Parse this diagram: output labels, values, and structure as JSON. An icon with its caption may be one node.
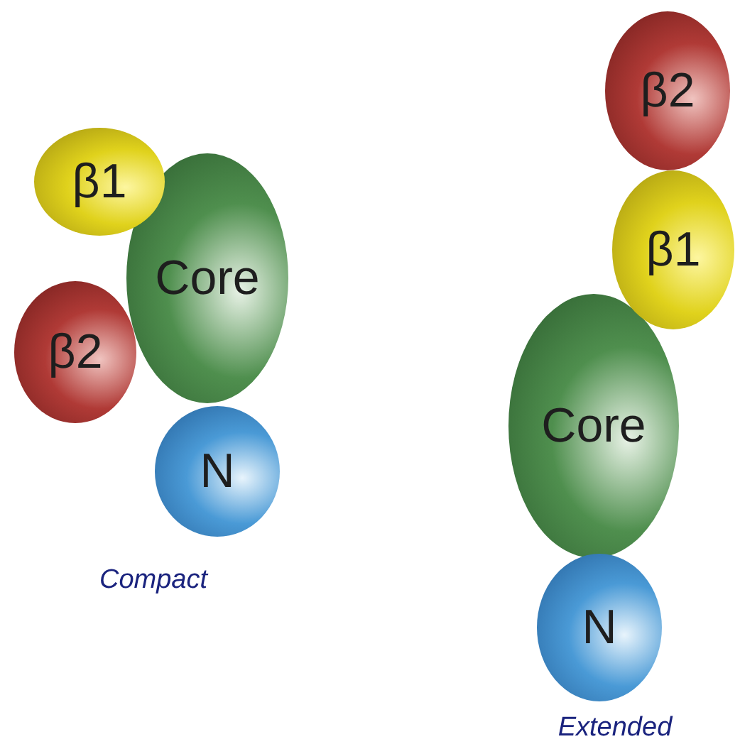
{
  "diagram": {
    "nodes": [
      {
        "text": [
          "β1"
        ]
      },
      {
        "text": [
          "Core"
        ]
      },
      {
        "text": [
          "β2"
        ]
      },
      {
        "text": [
          "N"
        ]
      },
      {
        "text": [
          "β2"
        ]
      },
      {
        "text": [
          "β1"
        ]
      },
      {
        "text": [
          "Core"
        ]
      },
      {
        "text": [
          "N"
        ]
      }
    ],
    "labels": [
      "Compact",
      "Extended"
    ]
  }
}
